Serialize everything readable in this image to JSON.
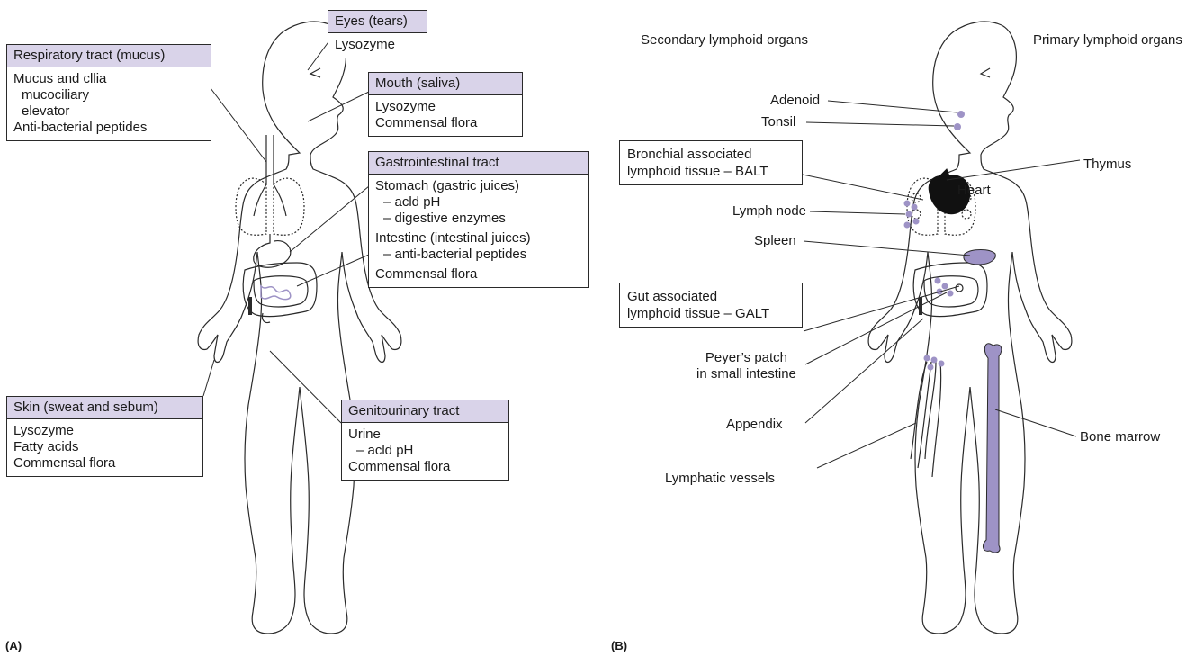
{
  "panel_a": {
    "tag": "(A)",
    "eyes": {
      "title": "Eyes (tears)",
      "items": [
        "Lysozyme"
      ]
    },
    "respiratory": {
      "title": "Respiratory tract (mucus)",
      "items": [
        "Mucus and cllia",
        "mucociliary",
        "elevator",
        "Anti-bacterial peptides"
      ]
    },
    "mouth": {
      "title": "Mouth (saliva)",
      "items": [
        "Lysozyme",
        "Commensal flora"
      ]
    },
    "gi": {
      "title": "Gastrointestinal tract",
      "items": [
        "Stomach (gastric juices)",
        "– acld pH",
        "– digestive enzymes",
        "Intestine (intestinal juices)",
        "– anti-bacterial peptides",
        "Commensal flora"
      ]
    },
    "skin": {
      "title": "Skin (sweat and sebum)",
      "items": [
        "Lysozyme",
        "Fatty acids",
        "Commensal flora"
      ]
    },
    "genito": {
      "title": "Genitourinary tract",
      "items": [
        "Urine",
        "– acld pH",
        "Commensal flora"
      ]
    }
  },
  "panel_b": {
    "tag": "(B)",
    "secondary_heading": "Secondary lymphoid organs",
    "primary_heading": "Primary lymphoid organs",
    "balt": [
      "Bronchial associated",
      "lymphoid tissue – BALT"
    ],
    "galt": [
      "Gut associated",
      "lymphoid tissue – GALT"
    ],
    "labels": {
      "adenoid": "Adenoid",
      "tonsil": "Tonsil",
      "lymph_node": "Lymph node",
      "spleen": "Spleen",
      "peyers": [
        "Peyer’s patch",
        "in small intestine"
      ],
      "appendix": "Appendix",
      "lymphatic": "Lymphatic vessels",
      "thymus": "Thymus",
      "heart": "Heart",
      "bone_marrow": "Bone marrow"
    }
  },
  "colors": {
    "header_fill": "#d9d3e9",
    "organ_fill": "#9e93c6",
    "line": "#2a2a2a"
  }
}
